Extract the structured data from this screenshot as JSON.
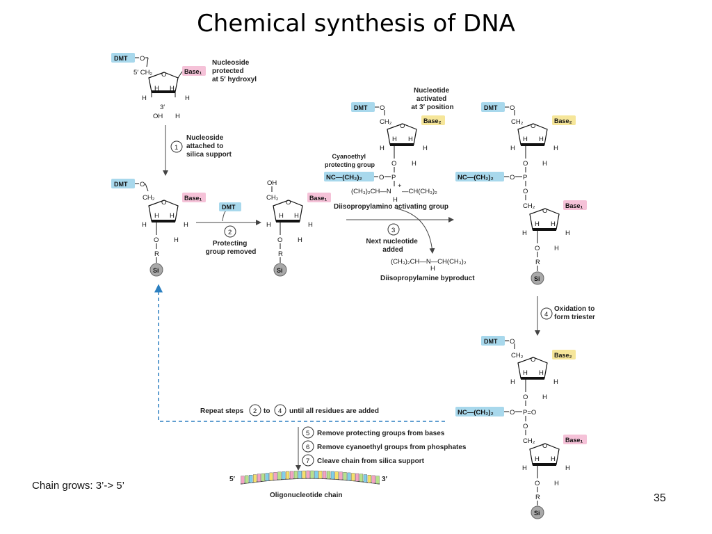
{
  "title": "Chemical synthesis of DNA",
  "note": "Chain grows: 3’-> 5’",
  "page_number": "35",
  "colors": {
    "dmt": "#a8d8ec",
    "base1": "#f5c2d8",
    "base2": "#f6e69a",
    "si": "#a9a9a9",
    "dashed": "#2b7fc0"
  },
  "labels": {
    "nucleoside_protected": [
      "Nucleoside",
      "protected",
      "at 5′ hydroxyl"
    ],
    "nucleotide_activated": [
      "Nucleotide",
      "activated",
      "at 3′ position"
    ],
    "cyanoethyl": [
      "Cyanoethyl",
      "protecting group"
    ],
    "diisopropylamino": "Diisopropylamino activating group",
    "diisopropylamine_byproduct": "Diisopropylamine byproduct",
    "oligonucleotide_chain": "Oligonucleotide chain",
    "repeat_prefix": "Repeat steps",
    "repeat_to": "to",
    "repeat_suffix": "until all residues are added",
    "five_prime": "5′",
    "three_prime": "3′"
  },
  "steps": [
    {
      "num": "1",
      "lines": [
        "Nucleoside",
        "attached to",
        "silica support"
      ]
    },
    {
      "num": "2",
      "lines": [
        "Protecting",
        "group removed"
      ]
    },
    {
      "num": "3",
      "lines": [
        "Next nucleotide",
        "added"
      ]
    },
    {
      "num": "4",
      "lines": [
        "Oxidation to",
        "form triester"
      ]
    },
    {
      "num": "5",
      "text": "Remove protecting groups from bases"
    },
    {
      "num": "6",
      "text": "Remove cyanoethyl groups from phosphates"
    },
    {
      "num": "7",
      "text": "Cleave chain from silica support"
    }
  ],
  "chem": {
    "dmt": "DMT",
    "base1": "Base₁",
    "base2": "Base₂",
    "si": "Si",
    "ch2": "CH₂",
    "five_ch2": "5′ CH₂",
    "h": "H",
    "o": "O",
    "oh": "OH",
    "r": "R",
    "p": "P",
    "three": "3′",
    "nc_ch2": "NC—(CH₂)₂",
    "amine_left": "(CH₃)₂CH—N",
    "plus": "+",
    "amine_right": "—CH(CH₃)₂",
    "byproduct_formula": "(CH₃)₂CH—N—CH(CH₃)₂",
    "p_double_o": "P=O"
  }
}
